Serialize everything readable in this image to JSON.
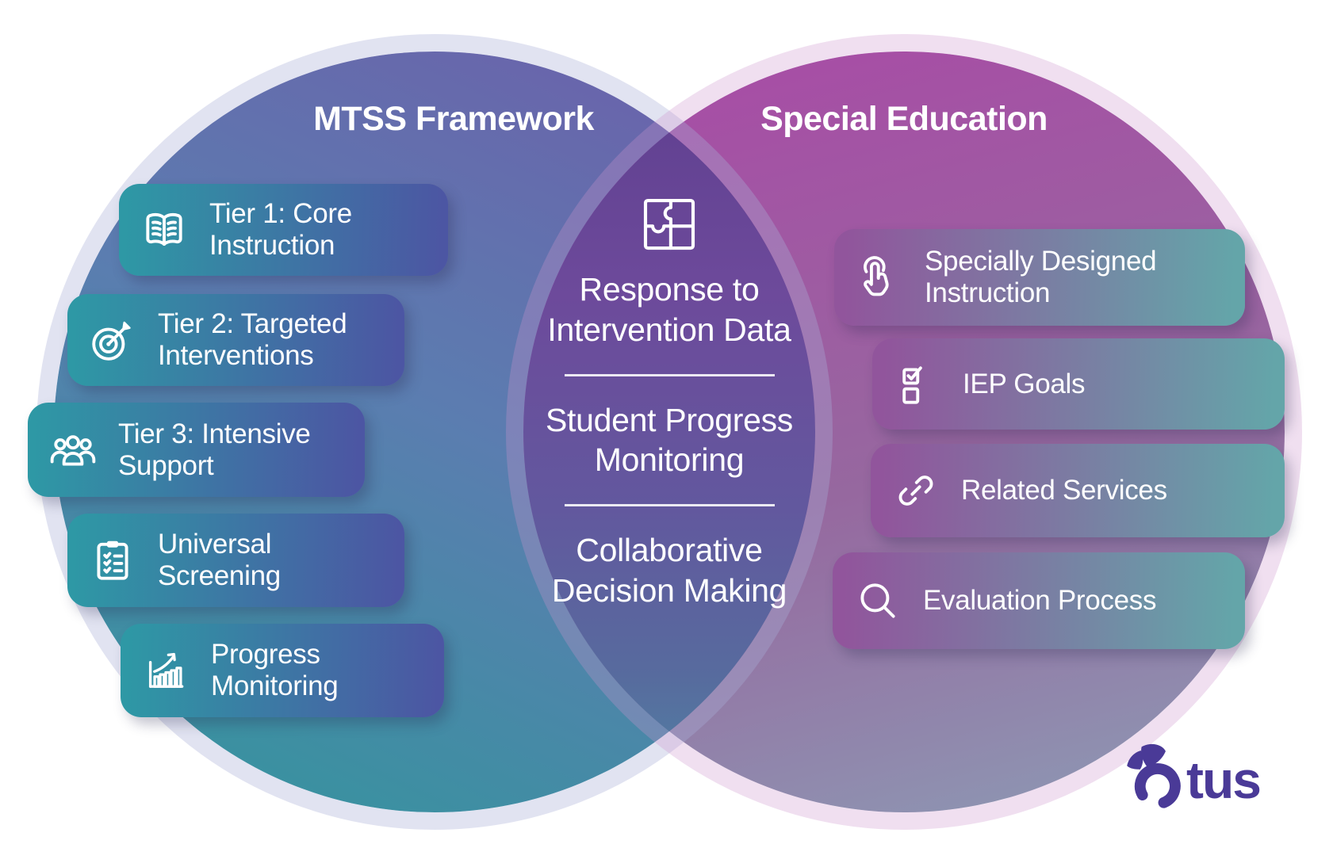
{
  "left": {
    "title": "MTSS Framework",
    "items": [
      {
        "icon": "open-book-icon",
        "label": "Tier 1: Core Instruction",
        "lines": [
          "Tier 1: Core",
          "Instruction"
        ]
      },
      {
        "icon": "target-arrow-icon",
        "label": "Tier 2: Targeted Interventions",
        "lines": [
          "Tier 2: Targeted",
          "Interventions"
        ]
      },
      {
        "icon": "people-group-icon",
        "label": "Tier 3: Intensive Support",
        "lines": [
          "Tier 3: Intensive",
          "Support"
        ]
      },
      {
        "icon": "clipboard-checklist-icon",
        "label": "Universal Screening",
        "lines": [
          "Universal",
          "Screening"
        ]
      },
      {
        "icon": "growth-chart-icon",
        "label": "Progress Monitoring",
        "lines": [
          "Progress",
          "Monitoring"
        ]
      }
    ]
  },
  "right": {
    "title": "Special Education",
    "items": [
      {
        "icon": "tap-gesture-icon",
        "label": "Specially Designed Instruction",
        "lines": [
          "Specially Designed",
          "Instruction"
        ]
      },
      {
        "icon": "checkbox-list-icon",
        "label": "IEP Goals",
        "lines": [
          "IEP Goals"
        ]
      },
      {
        "icon": "chain-link-icon",
        "label": "Related Services",
        "lines": [
          "Related Services"
        ]
      },
      {
        "icon": "magnifier-icon",
        "label": "Evaluation Process",
        "lines": [
          "Evaluation Process"
        ]
      }
    ]
  },
  "overlap": {
    "icon": "puzzle-icon",
    "items": [
      {
        "label": "Response to Intervention Data",
        "lines": [
          "Response to",
          "Intervention Data"
        ]
      },
      {
        "label": "Student Progress Monitoring",
        "lines": [
          "Student Progress",
          "Monitoring"
        ]
      },
      {
        "label": "Collaborative Decision Making",
        "lines": [
          "Collaborative",
          "Decision Making"
        ]
      }
    ]
  },
  "logo": {
    "brand": "Otus",
    "wordmark_suffix": "tus"
  },
  "colors": {
    "left_circle_top": "#6a63ab",
    "left_circle_bottom": "#37939f",
    "right_circle_top": "#a64fa5",
    "right_circle_bottom": "#8e93b1",
    "overlap_top": "#5d3e8e",
    "overlap_bottom": "#4f86a3",
    "left_pill_gradient": [
      "#2e98a5",
      "#4c56a3"
    ],
    "right_pill_gradient": [
      "#91559c",
      "#64a5a9"
    ],
    "text": "#ffffff",
    "logo_purple": "#4a3a97"
  }
}
